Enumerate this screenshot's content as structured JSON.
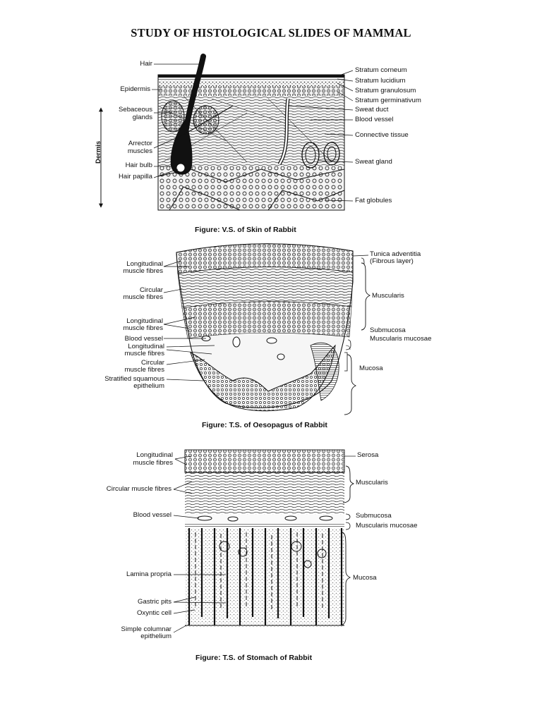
{
  "title": "STUDY OF HISTOLOGICAL SLIDES OF MAMMAL",
  "skin": {
    "caption": "Figure: V.S. of Skin of Rabbit",
    "dermis": "Dermis",
    "left": {
      "hair": "Hair",
      "epidermis": "Epidermis",
      "sebaceous_1": "Sebaceous",
      "sebaceous_2": "glands",
      "arrector_1": "Arrector",
      "arrector_2": "muscles",
      "hair_bulb": "Hair bulb",
      "hair_papilla": "Hair papilla"
    },
    "right": {
      "corneum": "Stratum corneum",
      "lucidium": "Stratum lucidium",
      "granulosum": "Stratum granulosum",
      "germinativum": "Stratum germinativum",
      "sweat_duct": "Sweat duct",
      "blood_vessel": "Blood vessel",
      "connective": "Connective tissue",
      "sweat_gland": "Sweat gland",
      "fat": "Fat globules"
    }
  },
  "oesophagus": {
    "caption": "Figure: T.S. of Oesopagus of Rabbit",
    "left": {
      "long1_1": "Longitudinal",
      "long1_2": "muscle fibres",
      "circ1_1": "Circular",
      "circ1_2": "muscle fibres",
      "long2_1": "Longitudinal",
      "long2_2": "muscle fibres",
      "blood_vessel": "Blood vessel",
      "long3_1": "Longitudinal",
      "long3_2": "muscle fibres",
      "circ2_1": "Circular",
      "circ2_2": "muscle fibres",
      "strat_1": "Stratified squamous",
      "strat_2": "epithelium"
    },
    "right": {
      "tunica_1": "Tunica adventitia",
      "tunica_2": "(Fibrous layer)",
      "muscularis": "Muscularis",
      "submucosa": "Submucosa",
      "musc_mucosae": "Muscularis mucosae",
      "mucosa": "Mucosa"
    }
  },
  "stomach": {
    "caption": "Figure: T.S. of Stomach of Rabbit",
    "left": {
      "long_1": "Longitudinal",
      "long_2": "muscle fibres",
      "circular": "Circular muscle fibres",
      "blood_vessel": "Blood vessel",
      "lamina": "Lamina propria",
      "gastric": "Gastric pits",
      "oxyntic": "Oxyntic cell",
      "simple_1": "Simple columnar",
      "simple_2": "epithelium"
    },
    "right": {
      "serosa": "Serosa",
      "muscularis": "Muscularis",
      "submucosa": "Submucosa",
      "musc_mucosae": "Muscularis mucosae",
      "mucosa": "Mucosa"
    }
  }
}
